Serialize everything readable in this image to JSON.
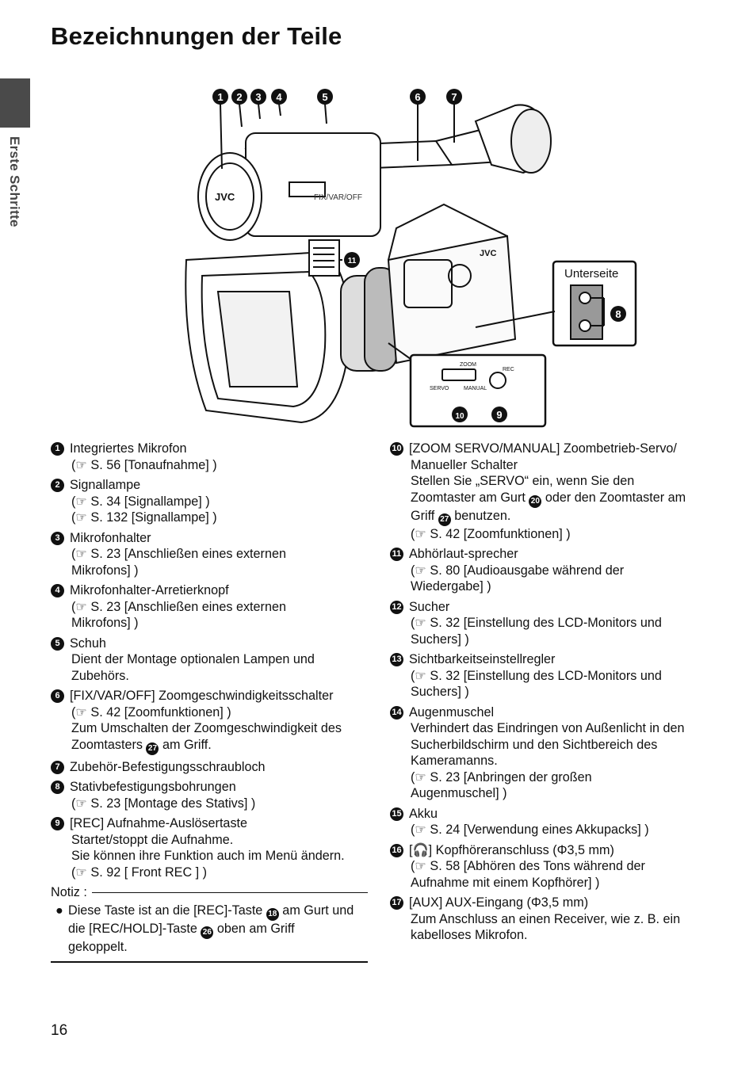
{
  "page": {
    "title": "Bezeichnungen der Teile",
    "side_label": "Erste Schritte",
    "page_number": "16"
  },
  "figure": {
    "callouts": [
      "1",
      "2",
      "3",
      "4",
      "5",
      "6",
      "7",
      "8",
      "9",
      "10",
      "11"
    ],
    "underside_label": "Unterseite",
    "zoom_panel": {
      "zoom": "ZOOM",
      "servo": "SERVO",
      "manual": "MANUAL",
      "rec": "REC"
    },
    "brand": "JVC",
    "switch_label": "FIX/VAR/OFF"
  },
  "ref_symbol": "☞",
  "left_items": [
    {
      "n": "1",
      "title": "Integriertes Mikrofon",
      "lines": [
        "(☞ S. 56 [Tonaufnahme] )"
      ]
    },
    {
      "n": "2",
      "title": "Signallampe",
      "lines": [
        "(☞ S. 34 [Signallampe] )",
        "(☞ S. 132 [Signallampe] )"
      ]
    },
    {
      "n": "3",
      "title": "Mikrofonhalter",
      "lines": [
        "(☞ S. 23 [Anschließen eines externen",
        "Mikrofons] )"
      ]
    },
    {
      "n": "4",
      "title": "Mikrofonhalter-Arretierknopf",
      "lines": [
        "(☞ S. 23 [Anschließen eines externen",
        "Mikrofons] )"
      ]
    },
    {
      "n": "5",
      "title": "Schuh",
      "lines": [
        "Dient der Montage optionalen Lampen und",
        "Zubehörs."
      ]
    },
    {
      "n": "6",
      "title": "[FIX/VAR/OFF] Zoomgeschwindigkeitsschalter",
      "lines": [
        "(☞ S. 42 [Zoomfunktionen] )",
        "Zum Umschalten der Zoomgeschwindigkeit des"
      ],
      "tail": {
        "before": "Zoomtasters ",
        "ref": "27",
        "after": " am Griff."
      }
    },
    {
      "n": "7",
      "title": "Zubehör-Befestigungsschraubloch",
      "lines": []
    },
    {
      "n": "8",
      "title": "Stativbefestigungsbohrungen",
      "lines": [
        "(☞ S. 23 [Montage des Stativs] )"
      ]
    },
    {
      "n": "9",
      "title": "[REC] Aufnahme-Auslösertaste",
      "lines": [
        "Startet/stoppt die Aufnahme.",
        "Sie können ihre Funktion auch im Menü ändern.",
        "(☞ S. 92 [ Front REC ] )"
      ]
    }
  ],
  "note": {
    "label": "Notiz :",
    "line1_before": "Diese Taste ist an die [REC]-Taste ",
    "line1_ref": "18",
    "line1_after": " am Gurt und",
    "line2_before": "die [REC/HOLD]-Taste ",
    "line2_ref": "26",
    "line2_after": " oben am Griff",
    "line3": "gekoppelt."
  },
  "right_items": [
    {
      "n": "10",
      "title": "[ZOOM SERVO/MANUAL] Zoombetrieb-Servo/",
      "lines": [
        "Manueller Schalter",
        "Stellen Sie „SERVO“ ein, wenn Sie den"
      ],
      "mixed": [
        {
          "before": "Zoomtaster am Gurt ",
          "ref": "20",
          "after": " oder den Zoomtaster am"
        },
        {
          "before": "Griff ",
          "ref": "27",
          "after": " benutzen."
        }
      ],
      "after_lines": [
        "(☞ S. 42 [Zoomfunktionen] )"
      ]
    },
    {
      "n": "11",
      "title": "Abhörlaut-sprecher",
      "lines": [
        "(☞ S. 80 [Audioausgabe während der",
        "Wiedergabe] )"
      ]
    },
    {
      "n": "12",
      "title": "Sucher",
      "lines": [
        "(☞ S. 32 [Einstellung des LCD-Monitors und",
        "Suchers] )"
      ]
    },
    {
      "n": "13",
      "title": "Sichtbarkeitseinstellregler",
      "lines": [
        "(☞ S. 32 [Einstellung des LCD-Monitors und",
        "Suchers] )"
      ]
    },
    {
      "n": "14",
      "title": "Augenmuschel",
      "lines": [
        "Verhindert das Eindringen von Außenlicht in den",
        "Sucherbildschirm und den Sichtbereich des",
        "Kameramanns.",
        "(☞ S. 23 [Anbringen der großen",
        "Augenmuschel] )"
      ]
    },
    {
      "n": "15",
      "title": "Akku",
      "lines": [
        "(☞ S. 24 [Verwendung eines Akkupacks] )"
      ]
    },
    {
      "n": "16",
      "title": "[🎧] Kopfhöreranschluss (Φ3,5 mm)",
      "lines": [
        "(☞ S. 58 [Abhören des Tons während der",
        "Aufnahme mit einem Kopfhörer] )"
      ]
    },
    {
      "n": "17",
      "title": "[AUX] AUX-Eingang (Φ3,5 mm)",
      "lines": [
        "Zum Anschluss an einen Receiver, wie z. B. ein",
        "kabelloses Mikrofon."
      ]
    }
  ]
}
